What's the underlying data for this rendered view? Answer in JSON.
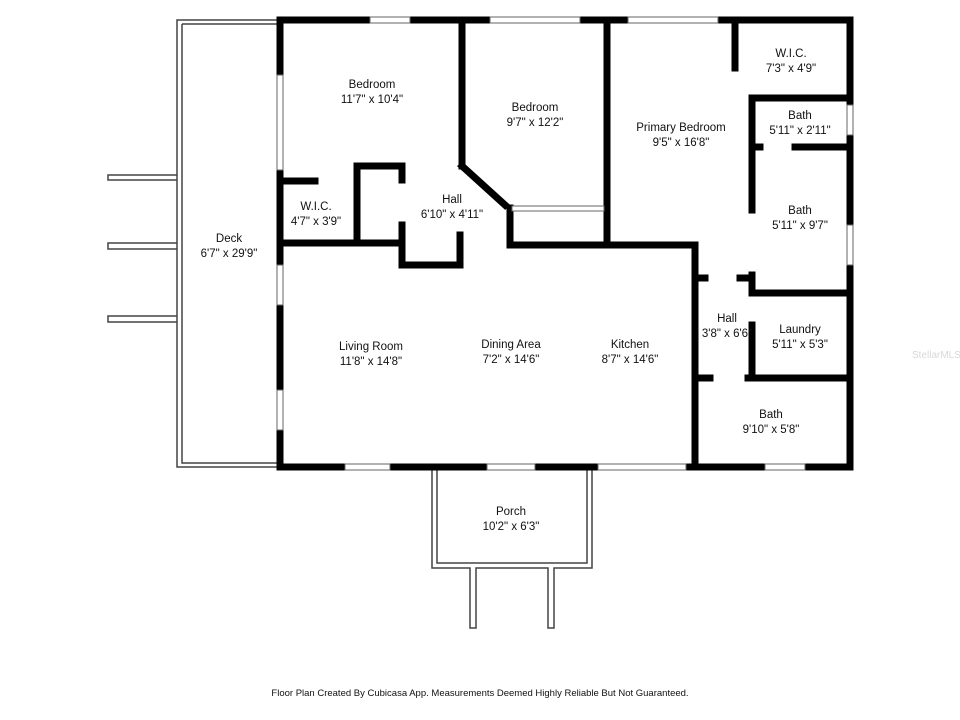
{
  "rooms": [
    {
      "name": "Bedroom",
      "size": "11'7\" x 10'4\""
    },
    {
      "name": "Bedroom",
      "size": "9'7\" x 12'2\""
    },
    {
      "name": "Primary Bedroom",
      "size": "9'5\" x 16'8\""
    },
    {
      "name": "W.I.C.",
      "size": "7'3\" x 4'9\""
    },
    {
      "name": "Bath",
      "size": "5'11\" x 2'11\""
    },
    {
      "name": "Bath",
      "size": "5'11\" x 9'7\""
    },
    {
      "name": "W.I.C.",
      "size": "4'7\" x 3'9\""
    },
    {
      "name": "Hall",
      "size": "6'10\" x 4'11\""
    },
    {
      "name": "Deck",
      "size": "6'7\" x 29'9\""
    },
    {
      "name": "Living Room",
      "size": "11'8\" x 14'8\""
    },
    {
      "name": "Dining Area",
      "size": "7'2\" x 14'6\""
    },
    {
      "name": "Kitchen",
      "size": "8'7\" x 14'6\""
    },
    {
      "name": "Hall",
      "size": "3'8\" x 6'6\""
    },
    {
      "name": "Laundry",
      "size": "5'11\" x 5'3\""
    },
    {
      "name": "Bath",
      "size": "9'10\" x 5'8\""
    },
    {
      "name": "Porch",
      "size": "10'2\" x 6'3\""
    }
  ],
  "footer": "Floor Plan Created By Cubicasa App. Measurements Deemed Highly Reliable But Not Guaranteed.",
  "watermark": "StellarMLS"
}
